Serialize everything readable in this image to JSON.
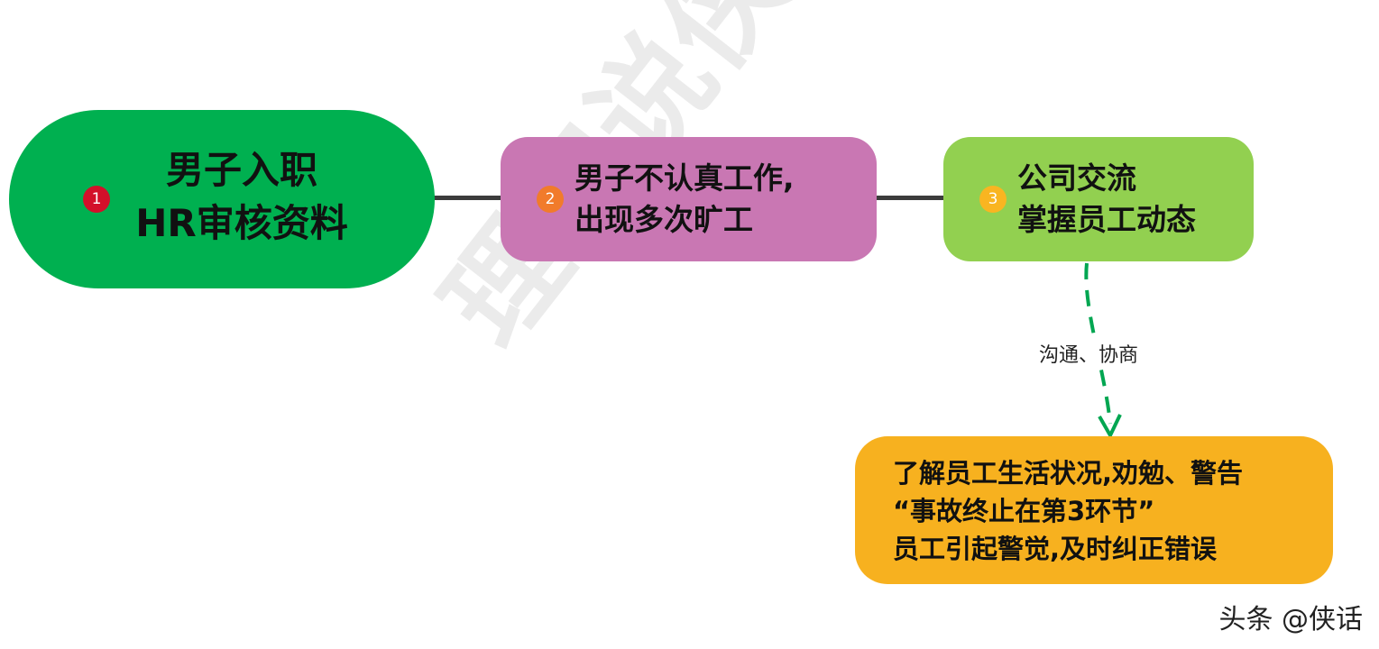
{
  "nodes": [
    {
      "number": "1",
      "lines": [
        "男子入职",
        "HR审核资料"
      ],
      "color": "#00b050",
      "badge_color": "#d3102a"
    },
    {
      "number": "2",
      "lines": [
        "男子不认真工作,",
        "出现多次旷工"
      ],
      "color": "#c977b3",
      "badge_color": "#f17b2b"
    },
    {
      "number": "3",
      "lines": [
        "公司交流",
        "掌握员工动态"
      ],
      "color": "#92d050",
      "badge_color": "#f9b521"
    },
    {
      "lines": [
        "了解员工生活状况,劝勉、警告",
        "“事故终止在第3环节”",
        "员工引起警觉,及时纠正错误"
      ],
      "color": "#f7b11f"
    }
  ],
  "edge_label": "沟通、协商",
  "watermark": "理智说侠话",
  "footer": "头条 @侠话",
  "colors": {
    "connector": "#3c3c3c",
    "dashed_arrow": "#00a651"
  }
}
